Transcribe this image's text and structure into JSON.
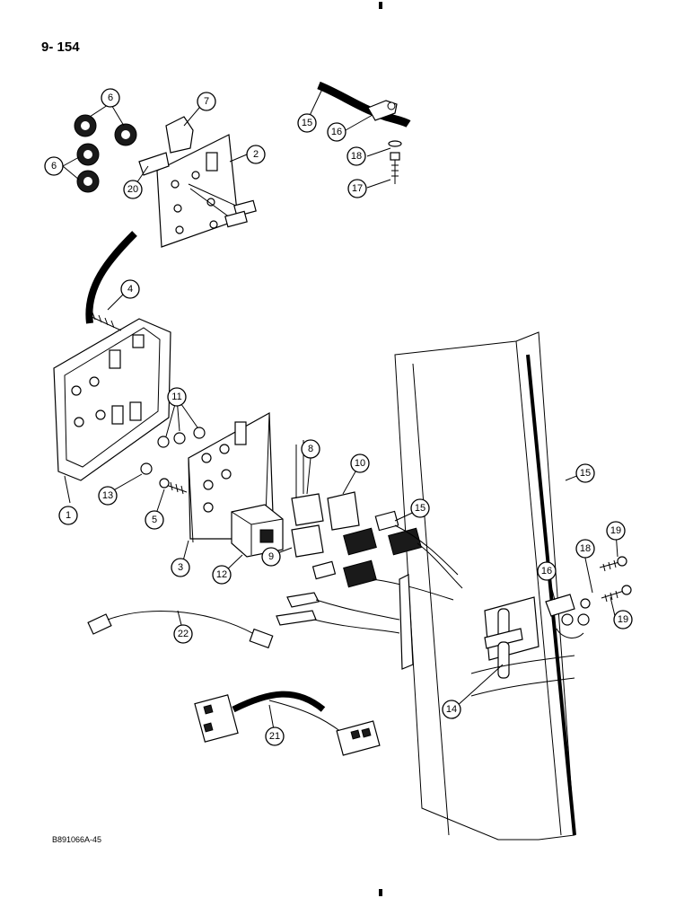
{
  "header": {
    "page_number": "9- 154"
  },
  "footer": {
    "reference_code": "B891066A-45"
  },
  "callouts": [
    {
      "label": "1"
    },
    {
      "label": "2"
    },
    {
      "label": "3"
    },
    {
      "label": "4"
    },
    {
      "label": "5"
    },
    {
      "label": "6"
    },
    {
      "label": "6"
    },
    {
      "label": "7"
    },
    {
      "label": "8"
    },
    {
      "label": "9"
    },
    {
      "label": "10"
    },
    {
      "label": "11"
    },
    {
      "label": "12"
    },
    {
      "label": "13"
    },
    {
      "label": "14"
    },
    {
      "label": "15"
    },
    {
      "label": "15"
    },
    {
      "label": "15"
    },
    {
      "label": "16"
    },
    {
      "label": "16"
    },
    {
      "label": "17"
    },
    {
      "label": "18"
    },
    {
      "label": "18"
    },
    {
      "label": "19"
    },
    {
      "label": "19"
    },
    {
      "label": "20"
    },
    {
      "label": "21"
    },
    {
      "label": "22"
    }
  ]
}
